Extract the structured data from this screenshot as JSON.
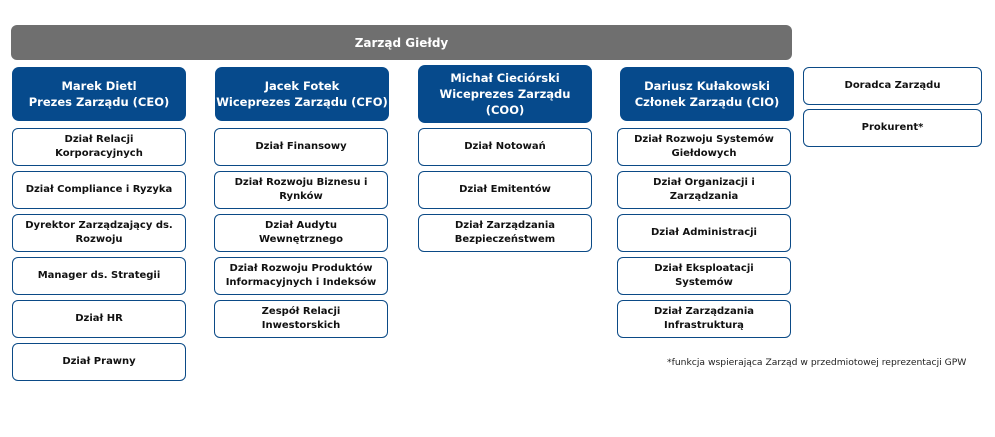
{
  "board": "Zarząd Giełdy",
  "columns": [
    {
      "name": "Marek Dietl",
      "role": "Prezes Zarządu (CEO)",
      "units": [
        "Dział Relacji Korporacyjnych",
        "Dział Compliance i Ryzyka",
        "Dyrektor Zarządzający ds. Rozwoju",
        "Manager ds. Strategii",
        "Dział HR",
        "Dział Prawny"
      ]
    },
    {
      "name": "Jacek Fotek",
      "role": "Wiceprezes Zarządu (CFO)",
      "units": [
        "Dział Finansowy",
        "Dział Rozwoju Biznesu i Rynków",
        "Dział Audytu Wewnętrznego",
        "Dział Rozwoju Produktów Informacyjnych i Indeksów",
        "Zespół Relacji Inwestorskich"
      ]
    },
    {
      "name": "Michał Cieciórski",
      "role_line1": "Wiceprezes Zarządu",
      "role_line2": "(COO)",
      "units": [
        "Dział Notowań",
        "Dział Emitentów",
        "Dział Zarządzania Bezpieczeństwem"
      ]
    },
    {
      "name": "Dariusz Kułakowski",
      "role": "Członek Zarządu (CIO)",
      "units": [
        "Dział Rozwoju Systemów Giełdowych",
        "Dział Organizacji i Zarządzania",
        "Dział Administracji",
        "Dział Eksploatacji Systemów",
        "Dział Zarządzania Infrastrukturą"
      ]
    }
  ],
  "side_boxes": [
    "Doradca Zarządu",
    "Prokurent*"
  ],
  "footnote": "*funkcja wspierająca Zarząd w przedmiotowej reprezentacji GPW"
}
